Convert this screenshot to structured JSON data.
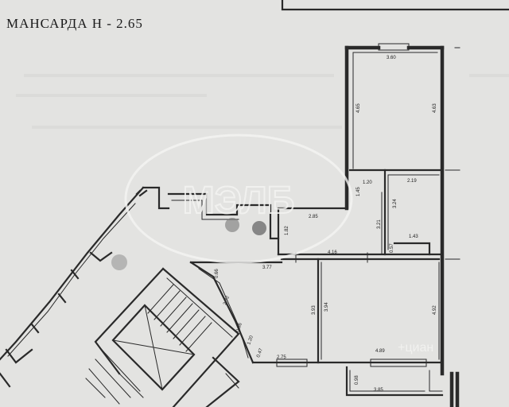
{
  "title": "МАНСАРДА Н - 2.65",
  "watermark": {
    "logo_text": "МЭЛБ",
    "corner_text": "+циан"
  },
  "dimensions": {
    "d_360": "3.60",
    "d_465": "4.65",
    "d_463": "4.63",
    "d_120": "1.20",
    "d_219": "2.19",
    "d_145": "1.45",
    "d_285": "2.85",
    "d_182": "1.82",
    "d_324": "3.24",
    "d_321": "3.21",
    "d_143": "1.43",
    "d_057": "0.57",
    "d_377": "3.77",
    "d_416": "4.16",
    "d_066": "0.66",
    "d_272": "2.72",
    "d_393": "3.93",
    "d_394": "3.94",
    "d_492": "4.92",
    "d_056": "0.56",
    "d_120b": "1.20",
    "d_047": "0.47",
    "d_275": "2.75",
    "d_489": "4.89",
    "d_098": "0.98",
    "d_385": "3.85"
  },
  "colors": {
    "background": "#e3e3e1",
    "ink": "#2a2a2a"
  }
}
